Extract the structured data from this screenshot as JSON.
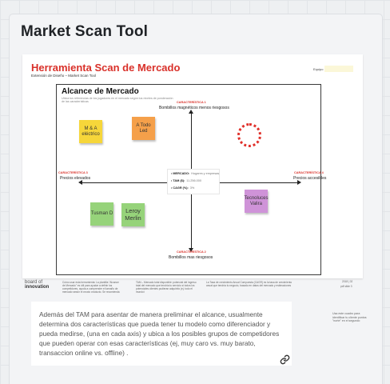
{
  "frame": {
    "title": "Market Scan Tool"
  },
  "sheet": {
    "title": "Herramienta Scan de Mercado",
    "subtitle": "Extensión de Diseño – Market Scan Tool",
    "team_label": "Equipo",
    "inner": {
      "title": "Alcance de Mercado",
      "description": "Ubica tus referencias de los jugadores en el mercado según tus niveles de ponderación de las características",
      "char1": {
        "label": "CARACTERÍSTICA 1",
        "desc": "Bombillos magnéticos menos riesgosos"
      },
      "char2": {
        "label": "CARACTERÍSTICA 2",
        "desc": "Bombillos mas riesgosos"
      },
      "char3": {
        "label": "CARACTERÍSTICA 3",
        "desc": "Precios elevados"
      },
      "char4": {
        "label": "CARACTERÍSTICA 4",
        "desc": "Precios accesibles"
      },
      "info": {
        "mercado_label": "• MERCADO:",
        "mercado_value": "Hogares y empresas",
        "tam_label": "• TAM ($):",
        "tam_value": "11.256.000",
        "cagr_label": "• CAGR (%):",
        "cagr_value": "3%"
      },
      "stickies": [
        {
          "text": "M & A eléctrico",
          "color": "#f6d63a"
        },
        {
          "text": "A Todo Led",
          "color": "#f5a04a"
        },
        {
          "text": "Tusman D",
          "color": "#96d37a"
        },
        {
          "text": "Leroy Merlin",
          "color": "#96d37a"
        },
        {
          "text": "Tecnoluces Valira",
          "color": "#cf93d8"
        }
      ]
    },
    "footer": {
      "logo_line1": "board of",
      "logo_line2": "innovation",
      "col1": "Cómo usar esta herramienta: La plantilla \"Alcance de Mercado\" es útil para ayudar a definir los competidores, ayuda a comprender el tamaño de mercado según el propio producto. Se recomienda usar el TAM que se usa previamente.",
      "col2": "TAM – Mercado total disponible: potencial del ingreso total del mercado que tendría tu servicio si todos los potenciales clientes pudieran adquirirlo (ej. todo el mundo)",
      "col3": "La Tasa de crecimiento Anual Compuesta (CAGR) es la tasa de crecimiento anual que tendría tu negocio, basado en datos del mercado y estimaciones",
      "page": "2018 | 02",
      "page2": "pdf slide 3"
    }
  },
  "note": {
    "text": "Además del TAM para asentar de manera preliminar el alcance, usualmente determina dos características que pueda tener tu modelo como diferenciador y pueda medirse, (una en cada axis) y ubica a los posibles grupos de competidores que pueden operar con esas características (ej, muy caro  vs. muy barato, transaccion online vs. offline) ."
  },
  "side_note": {
    "text": "Usa este cuadro para identificar tu cliente puntos \"norte\" en el segundo"
  },
  "colors": {
    "accent_red": "#d9312a",
    "background": "#eef0f2"
  }
}
